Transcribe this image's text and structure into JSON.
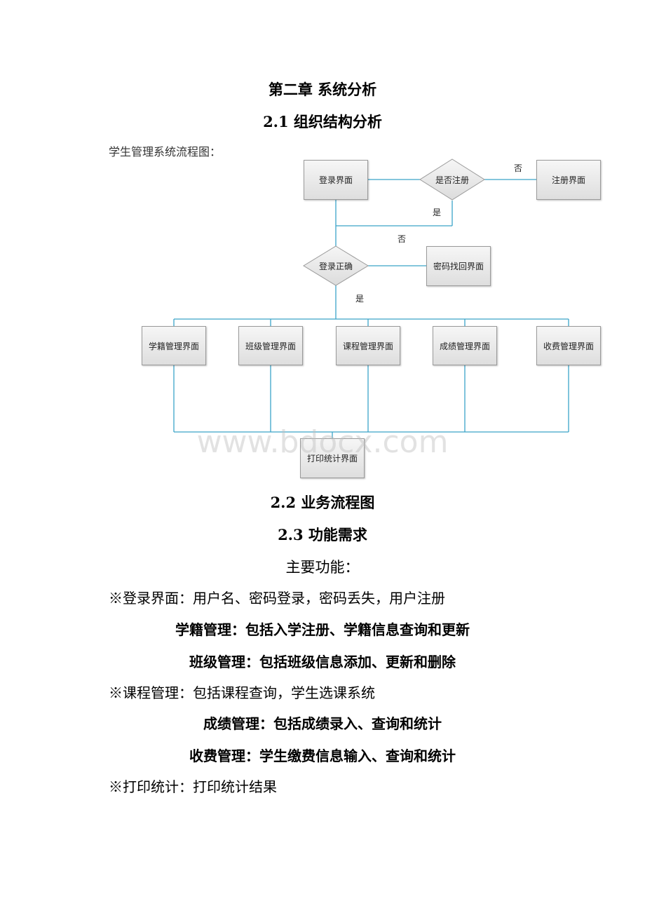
{
  "chapter_title": "第二章 系统分析",
  "section_2_1": "2.1 组织结构分析",
  "flow_caption": "学生管理系统流程图：",
  "flowchart": {
    "login_screen": "登录界面",
    "is_registered": "是否注册",
    "register_screen": "注册界面",
    "login_correct": "登录正确",
    "password_recovery": "密码找回界面",
    "modules": [
      "学籍管理界面",
      "班级管理界面",
      "课程管理界面",
      "成绩管理界面",
      "收费管理界面"
    ],
    "print_stats": "打印统计界面",
    "label_no_1": "否",
    "label_yes_1": "是",
    "label_no_2": "否",
    "label_yes_2": "是"
  },
  "watermark": "www.bdocx.com",
  "section_2_2": "2.2 业务流程图",
  "section_2_3": "2.3 功能需求",
  "main_functions": "主要功能：",
  "lines": [
    "※登录界面：用户名、密码登录，密码丢失，用户注册",
    "学籍管理：包括入学注册、学籍信息查询和更新",
    "班级管理：包括班级信息添加、更新和删除",
    "※课程管理：包括课程查询，学生选课系统",
    "成绩管理：包括成绩录入、查询和统计",
    "收费管理：学生缴费信息输入、查询和统计",
    "※打印统计：打印统计结果"
  ]
}
